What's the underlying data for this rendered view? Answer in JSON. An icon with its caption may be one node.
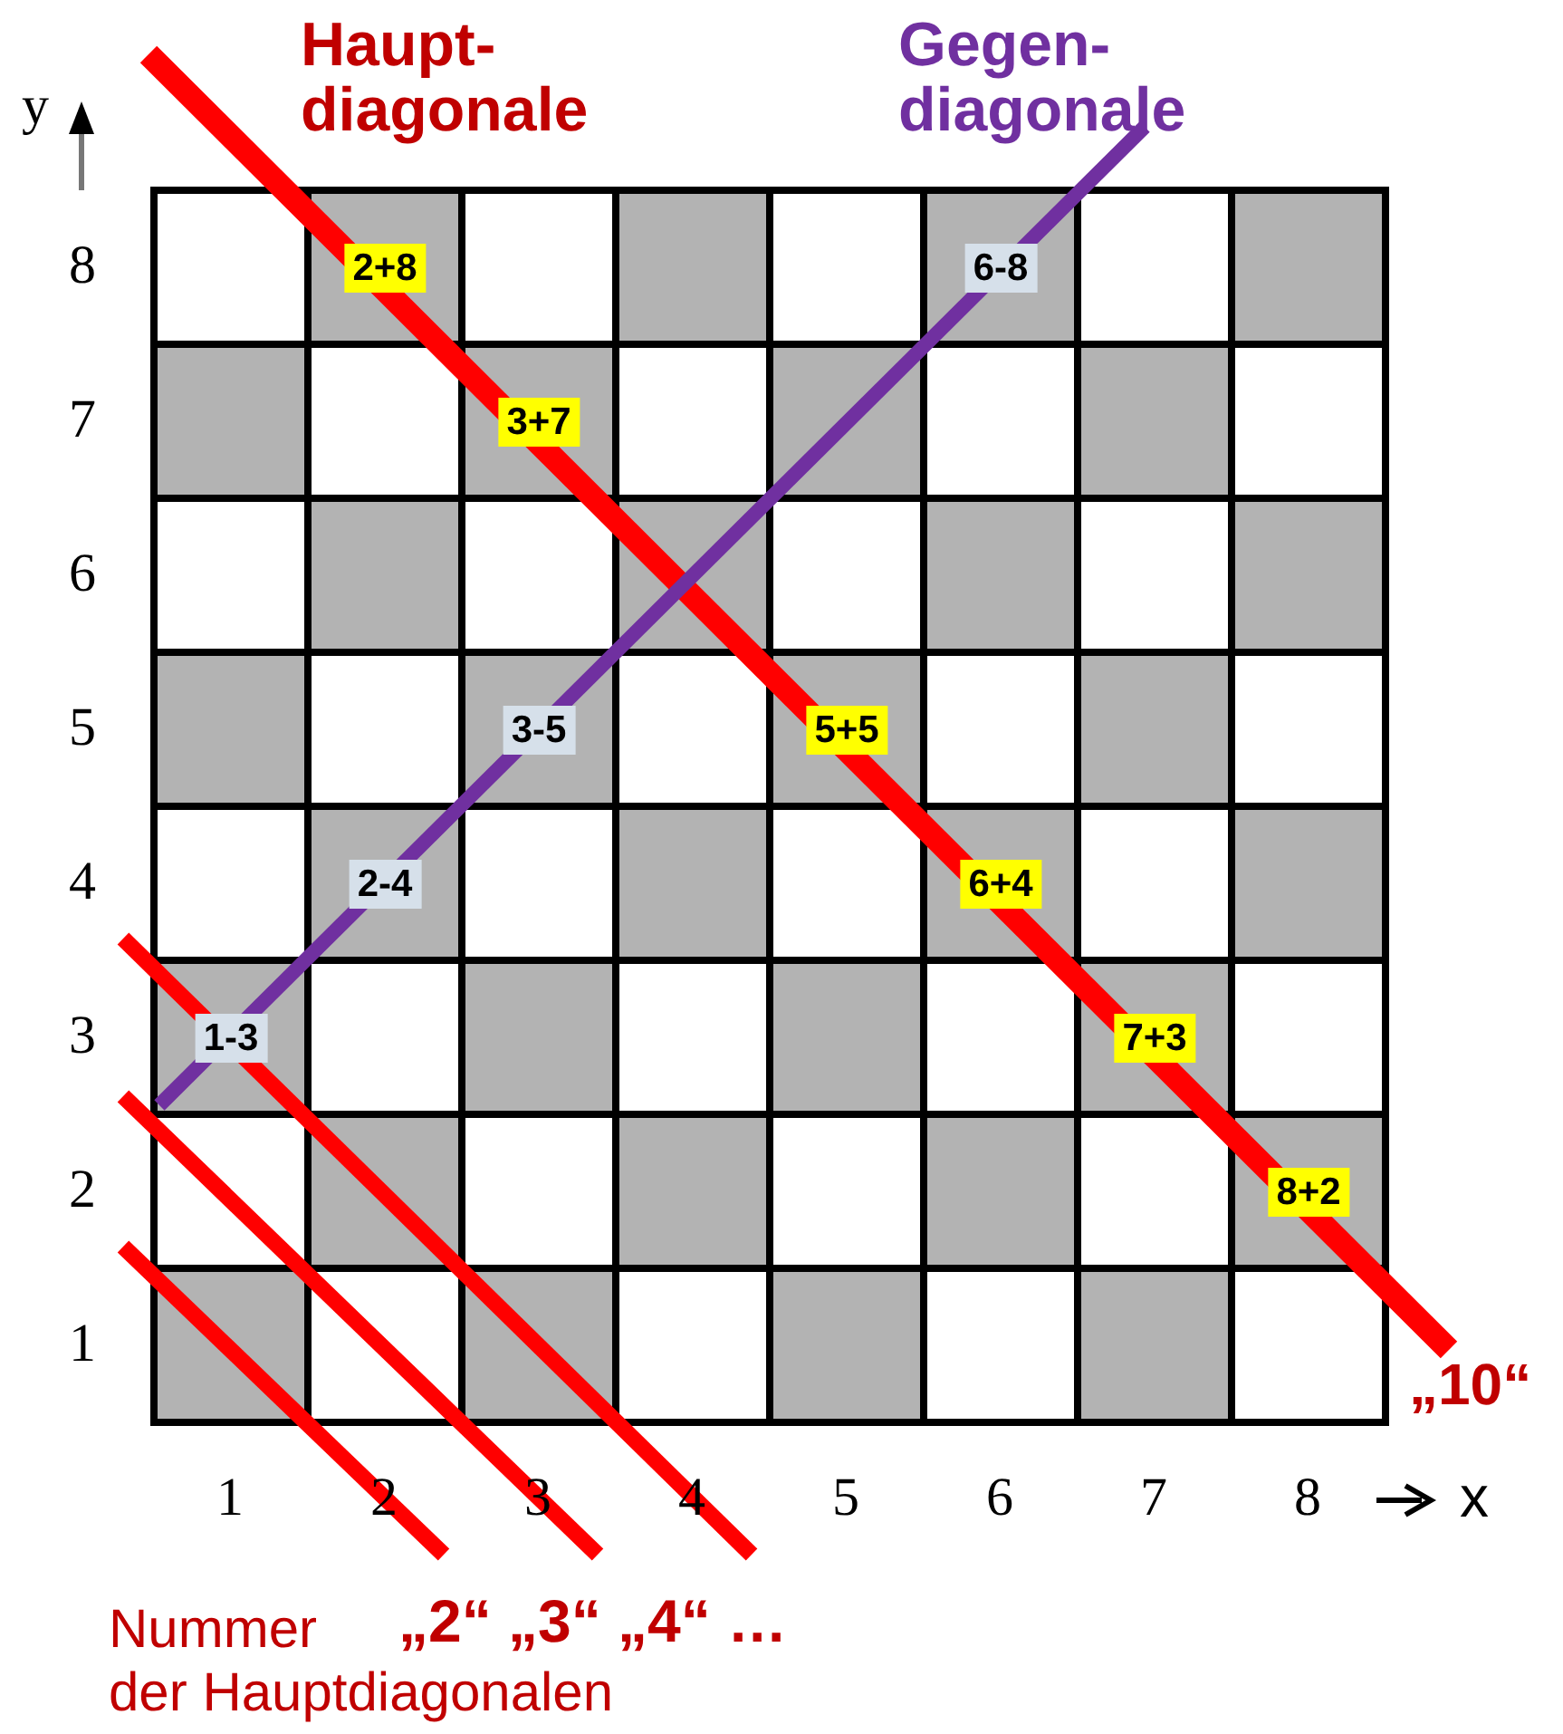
{
  "diagram": {
    "nodes": [
      {
        "text": [
          "2+8"
        ]
      },
      {
        "text": [
          "6-8"
        ]
      },
      {
        "text": [
          "3+7"
        ]
      },
      {
        "text": [
          "3-5"
        ]
      },
      {
        "text": [
          "5+5"
        ]
      },
      {
        "text": [
          "2-4"
        ]
      },
      {
        "text": [
          "6+4"
        ]
      },
      {
        "text": [
          "1-3"
        ]
      },
      {
        "text": [
          "7+3"
        ]
      },
      {
        "text": [
          "8+2"
        ]
      }
    ],
    "labels": [
      "Haupt- diagonale",
      "Gegen- diagonale",
      "y",
      "8",
      "7",
      "6",
      "5",
      "4",
      "3",
      "2",
      "1",
      "1",
      "2",
      "3",
      "4",
      "5",
      "6",
      "7",
      "8",
      "x",
      "„10“",
      "Nummer",
      "„2“ „3“ „4“ …",
      "der Hauptdiagonalen"
    ]
  }
}
